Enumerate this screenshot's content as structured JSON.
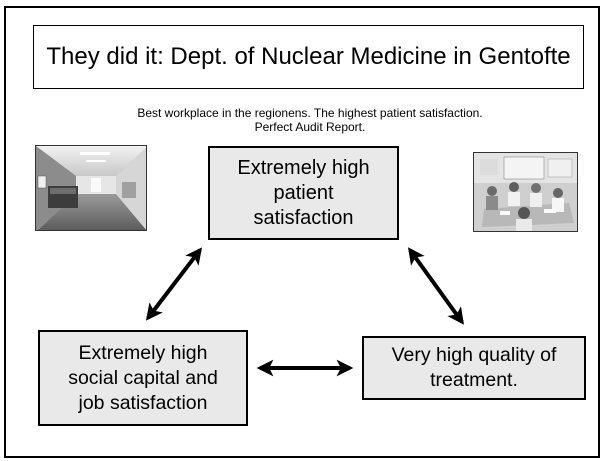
{
  "title": "They did it: Dept. of Nuclear Medicine in Gentofte",
  "subtitle": {
    "line1": "Best workplace in the regionens. The highest patient satisfaction.",
    "line2": "Perfect Audit Report."
  },
  "nodes": {
    "top": {
      "lines": [
        "Extremely high",
        "patient",
        "satisfaction"
      ]
    },
    "left": {
      "lines": [
        "Extremely high",
        "social capital and",
        "job satisfaction"
      ]
    },
    "right": {
      "lines": [
        "Very high quality of",
        "treatment."
      ]
    }
  },
  "photos": {
    "left": "hospital-corridor-photo",
    "right": "staff-meeting-photo"
  },
  "colors": {
    "node_fill": "#e9e9e9",
    "border": "#000000"
  }
}
